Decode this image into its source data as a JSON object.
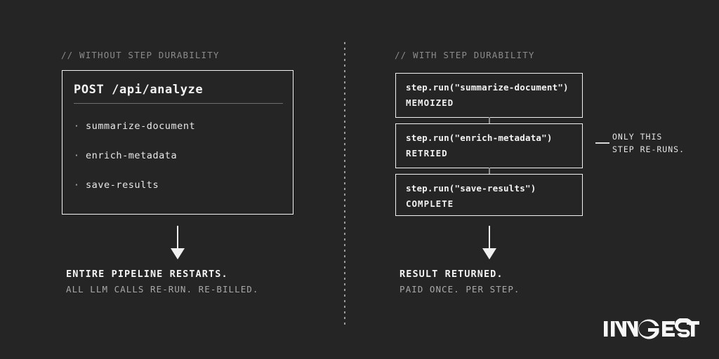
{
  "theme": {
    "background": "#252525",
    "foreground": "#f4f4f4",
    "muted": "#8b8b8b",
    "secondary_text": "#a9a9a9",
    "border": "#f2f2f2",
    "rule": "#6d6d6d"
  },
  "left_column": {
    "comment": "// WITHOUT STEP DURABILITY",
    "box": {
      "title": "POST /api/analyze",
      "items": [
        {
          "bullet": "·",
          "label": "summarize-document"
        },
        {
          "bullet": "·",
          "label": "enrich-metadata"
        },
        {
          "bullet": "·",
          "label": "save-results"
        }
      ]
    },
    "outcome": {
      "primary": "ENTIRE PIPELINE RESTARTS.",
      "secondary": "ALL LLM CALLS RE-RUN. RE-BILLED."
    }
  },
  "right_column": {
    "comment": "// WITH STEP DURABILITY",
    "steps": [
      {
        "call": "step.run(\"summarize-document\")",
        "status": "MEMOIZED"
      },
      {
        "call": "step.run(\"enrich-metadata\")",
        "status": "RETRIED"
      },
      {
        "call": "step.run(\"save-results\")",
        "status": "COMPLETE"
      }
    ],
    "callout": {
      "line1": "ONLY THIS",
      "line2": "STEP RE-RUNS."
    },
    "outcome": {
      "primary": "RESULT RETURNED.",
      "secondary": "PAID ONCE. PER STEP."
    }
  },
  "brand": {
    "name": "INNGEST"
  }
}
